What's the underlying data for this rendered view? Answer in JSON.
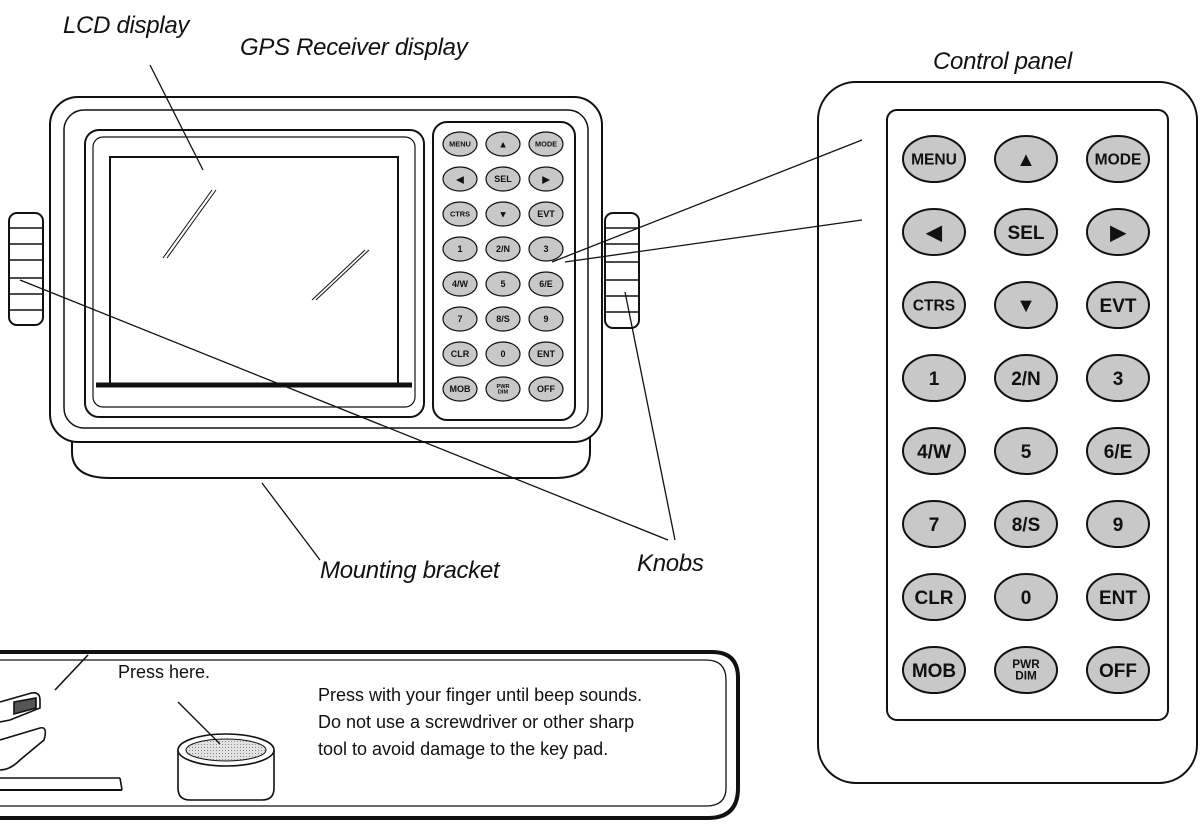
{
  "labels": {
    "lcd_display": "LCD display",
    "gps_receiver_display": "GPS Receiver display",
    "control_panel": "Control panel",
    "knobs": "Knobs",
    "mounting_bracket": "Mounting bracket"
  },
  "note": {
    "press_here": "Press here.",
    "lines": [
      "Press with your finger until beep sounds.",
      "Do not use a screwdriver or other sharp",
      "tool to avoid damage to the key pad."
    ]
  },
  "keys": [
    [
      "MENU",
      "▲",
      "MODE"
    ],
    [
      "◀",
      "SEL",
      "▶"
    ],
    [
      "CTRS",
      "▼",
      "EVT"
    ],
    [
      "1",
      "2/N",
      "3"
    ],
    [
      "4/W",
      "5",
      "6/E"
    ],
    [
      "7",
      "8/S",
      "9"
    ],
    [
      "CLR",
      "0",
      "ENT"
    ],
    [
      "MOB",
      "PWR DIM",
      "OFF"
    ]
  ],
  "key_icons": {
    "▲": "up-arrow-icon",
    "▼": "down-arrow-icon",
    "◀": "left-arrow-icon",
    "▶": "right-arrow-icon"
  },
  "colors": {
    "key_fill": "#c8c8c8",
    "stroke": "#111111"
  }
}
